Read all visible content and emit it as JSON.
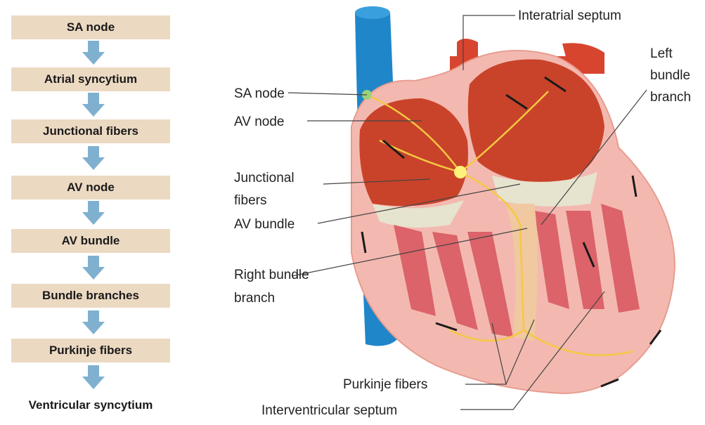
{
  "flowchart": {
    "steps": [
      "SA node",
      "Atrial syncytium",
      "Junctional fibers",
      "AV node",
      "AV bundle",
      "Bundle branches",
      "Purkinje fibers",
      "Ventricular syncytium"
    ],
    "box_color": "#ecd9c2",
    "arrow_color": "#7fb0cf"
  },
  "diagram": {
    "labels": {
      "interatrial_septum": "Interatrial septum",
      "left_bundle_branch": [
        "Left",
        "bundle",
        "branch"
      ],
      "sa_node": "SA node",
      "av_node": "AV node",
      "junctional_fibers": [
        "Junctional",
        "fibers"
      ],
      "av_bundle": "AV bundle",
      "right_bundle_branch": [
        "Right bundle",
        "branch"
      ],
      "purkinje_fibers": "Purkinje fibers",
      "interventricular_septum": "Interventricular septum"
    },
    "colors": {
      "vessel": "#1f86c9",
      "aorta": "#d8452f",
      "wall": "#f3b9b0",
      "chamber": "#c9432a",
      "conduction": "#f5c842"
    }
  }
}
